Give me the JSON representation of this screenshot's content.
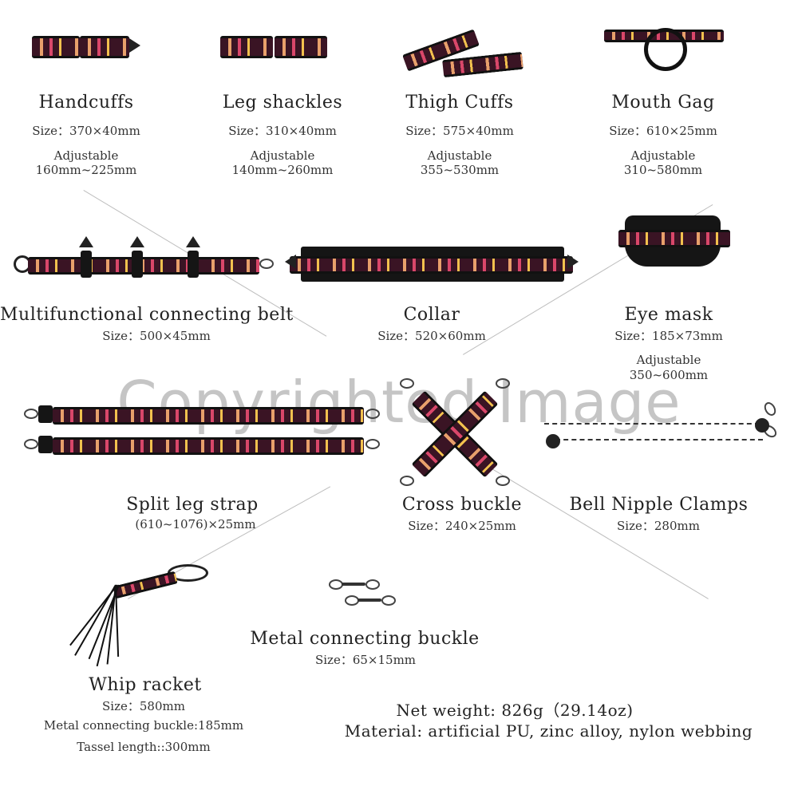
{
  "items": {
    "handcuffs": {
      "title": "Handcuffs",
      "size": "Size：370×40mm",
      "adj1": "Adjustable",
      "adj2": "160mm~225mm"
    },
    "leg_shackles": {
      "title": "Leg shackles",
      "size": "Size：310×40mm",
      "adj1": "Adjustable",
      "adj2": "140mm~260mm"
    },
    "thigh_cuffs": {
      "title": "Thigh Cuffs",
      "size": "Size：575×40mm",
      "adj1": "Adjustable",
      "adj2": "355~530mm"
    },
    "mouth_gag": {
      "title": "Mouth Gag",
      "size": "Size：610×25mm",
      "adj1": "Adjustable",
      "adj2": "310~580mm"
    },
    "connecting_belt": {
      "title": "Multifunctional connecting belt",
      "size": "Size：500×45mm"
    },
    "collar": {
      "title": "Collar",
      "size": "Size：520×60mm"
    },
    "eye_mask": {
      "title": "Eye mask",
      "size": "Size：185×73mm",
      "adj1": "Adjustable",
      "adj2": "350~600mm"
    },
    "split_leg_strap": {
      "title": "Split leg strap",
      "size": "(610~1076)×25mm"
    },
    "cross_buckle": {
      "title": "Cross buckle",
      "size": "Size：240×25mm"
    },
    "nipple_clamps": {
      "title": "Bell Nipple Clamps",
      "size": "Size：280mm"
    },
    "metal_buckle": {
      "title": "Metal connecting buckle",
      "size": "Size：65×15mm"
    },
    "whip": {
      "title": "Whip racket",
      "size": "Size：580mm",
      "detail1": "Metal connecting buckle:185mm",
      "detail2": "Tassel length::300mm"
    }
  },
  "footer": {
    "net_weight": "Net weight: 826g（29.14oz)",
    "material": "Material: artificial PU, zinc alloy, nylon webbing"
  },
  "watermark": "Copyrighted Image",
  "colors": {
    "strap_base": "#3a1424",
    "pattern_orange": "#e8a06b",
    "pattern_pink": "#d9476a",
    "pattern_yellow": "#f2c14e",
    "leather": "#151515"
  }
}
